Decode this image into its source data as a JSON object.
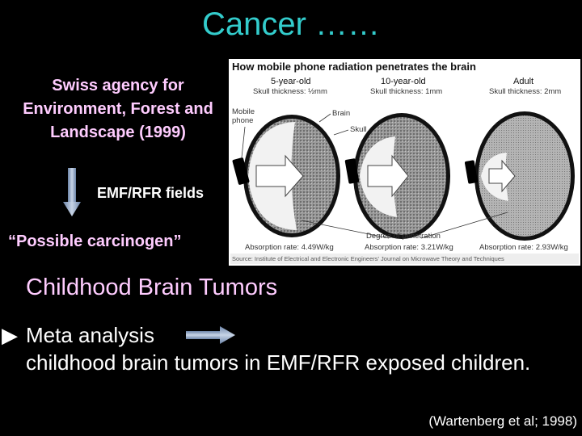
{
  "slide": {
    "title": "Cancer ……",
    "agency_text": "Swiss agency for Environment, Forest and Landscape (1999)",
    "emf_label": "EMF/RFR fields",
    "carcinogen_label": "“Possible carcinogen”",
    "subtitle": "Childhood Brain Tumors",
    "bullet_glyph": "▶",
    "meta_label": "Meta analysis",
    "finding_text": "childhood brain tumors in EMF/RFR exposed children.",
    "citation": "(Wartenberg et al; 1998)"
  },
  "figure": {
    "title": "How mobile phone radiation penetrates the brain",
    "panels": [
      {
        "age": "5-year-old",
        "skull": "Skull thickness: ½mm",
        "absorption": "Absorption rate: 4.49W/kg"
      },
      {
        "age": "10-year-old",
        "skull": "Skull thickness: 1mm",
        "absorption": "Absorption rate: 3.21W/kg"
      },
      {
        "age": "Adult",
        "skull": "Skull thickness: 2mm",
        "absorption": "Absorption rate: 2.93W/kg"
      }
    ],
    "labels": {
      "mobile_phone": "Mobile phone",
      "brain": "Brain",
      "skull": "Skull",
      "penetration": "Degree of penetration"
    },
    "source": "Source: Institute of Electrical and Electronic Engineers' Journal on Microwave Theory and Techniques"
  },
  "colors": {
    "title": "#33cccc",
    "pink": "#ffccff",
    "text": "#ffffff",
    "arrow": "#8fa3bf"
  }
}
